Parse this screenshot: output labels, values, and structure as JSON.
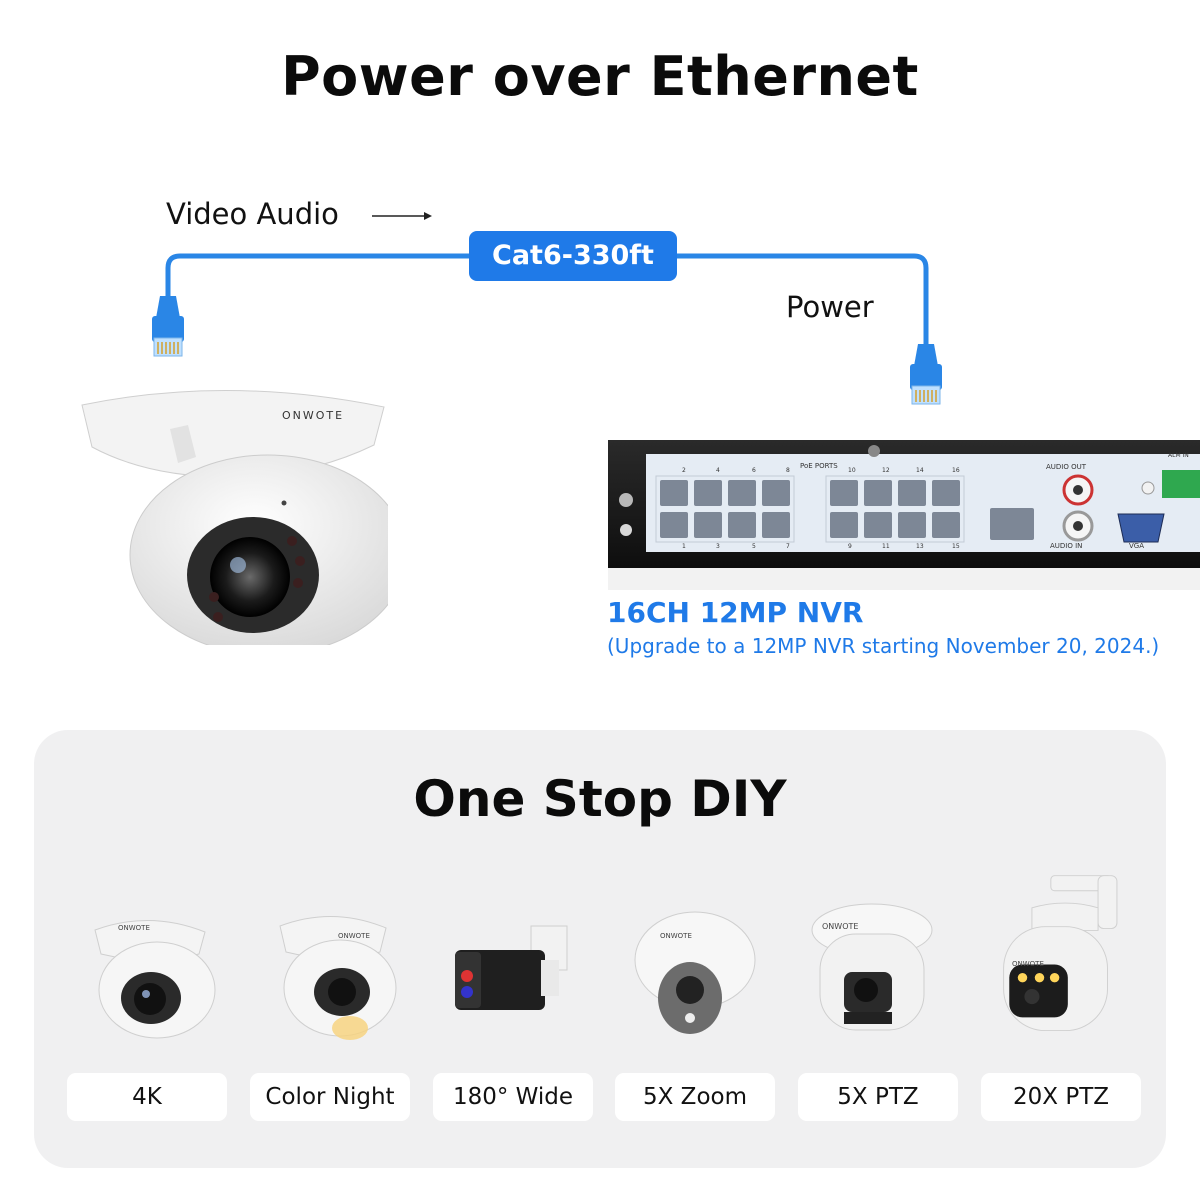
{
  "title": "Power over Ethernet",
  "diagram": {
    "label_video_audio": "Video Audio",
    "label_power": "Power",
    "cable_label": "Cat6-330ft",
    "camera_brand": "ONWOTE"
  },
  "nvr": {
    "title": "16CH 12MP NVR",
    "note": "(Upgrade to a 12MP NVR starting November 20, 2024.)",
    "panel": {
      "poe_ports": "PoE PORTS",
      "audio_out": "AUDIO OUT",
      "audio_in": "AUDIO IN",
      "vga": "VGA",
      "alarm_in": "ALM IN",
      "port_numbers_top": [
        "2",
        "4",
        "6",
        "8",
        "10",
        "12",
        "14",
        "16"
      ],
      "port_numbers_bottom": [
        "1",
        "3",
        "5",
        "7",
        "9",
        "11",
        "13",
        "15"
      ]
    }
  },
  "diy": {
    "title": "One Stop DIY",
    "products": [
      {
        "label": "4K",
        "brand": "ONWOTE"
      },
      {
        "label": "Color Night",
        "brand": "ONWOTE"
      },
      {
        "label": "180° Wide",
        "brand": ""
      },
      {
        "label": "5X Zoom",
        "brand": "ONWOTE"
      },
      {
        "label": "5X PTZ",
        "brand": "ONWOTE"
      },
      {
        "label": "20X PTZ",
        "brand": "ONWOTE"
      }
    ]
  },
  "colors": {
    "accent": "#1f7ae8",
    "cable": "#2a86e6",
    "panel_bg": "#f0f0f1"
  }
}
